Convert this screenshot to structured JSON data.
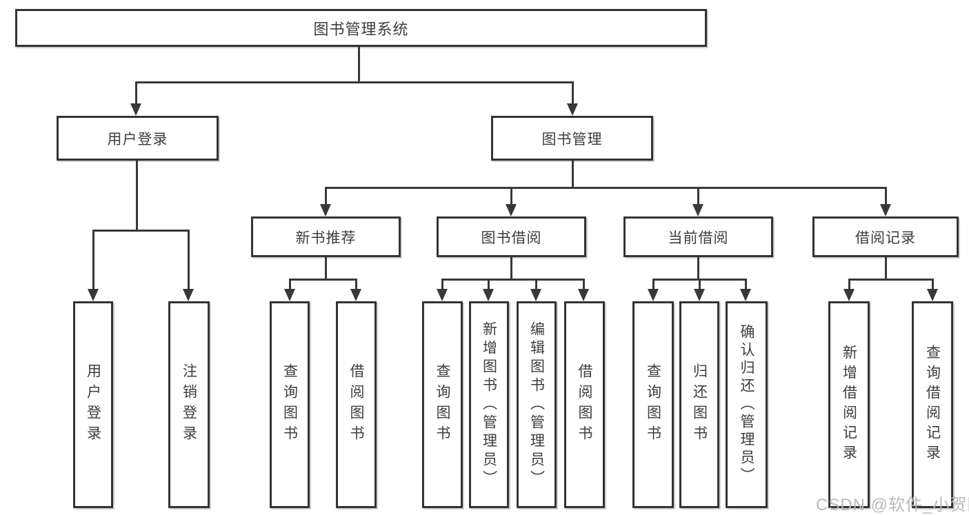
{
  "tree": {
    "root": {
      "label": "图书管理系统",
      "children": [
        {
          "label": "用户登录",
          "children": [
            {
              "label": "用户登录"
            },
            {
              "label": "注销登录"
            }
          ]
        },
        {
          "label": "图书管理",
          "children": [
            {
              "label": "新书推荐",
              "children": [
                {
                  "label": "查询图书"
                },
                {
                  "label": "借阅图书"
                }
              ]
            },
            {
              "label": "图书借阅",
              "children": [
                {
                  "label": "查询图书"
                },
                {
                  "label": "新增图书（管理员）"
                },
                {
                  "label": "编辑图书（管理员）"
                },
                {
                  "label": "借阅图书"
                }
              ]
            },
            {
              "label": "当前借阅",
              "children": [
                {
                  "label": "查询图书"
                },
                {
                  "label": "归还图书"
                },
                {
                  "label": "确认归还（管理员）"
                }
              ]
            },
            {
              "label": "借阅记录",
              "children": [
                {
                  "label": "新增借阅记录"
                },
                {
                  "label": "查询借阅记录"
                }
              ]
            }
          ]
        }
      ]
    }
  },
  "watermark": {
    "text": "CSDN @软件_小贺同学"
  },
  "colors": {
    "line": "#383838",
    "border": "#333333",
    "text": "#3d3d3d",
    "background": "#ffffff",
    "watermark": "#b9b9b9"
  }
}
